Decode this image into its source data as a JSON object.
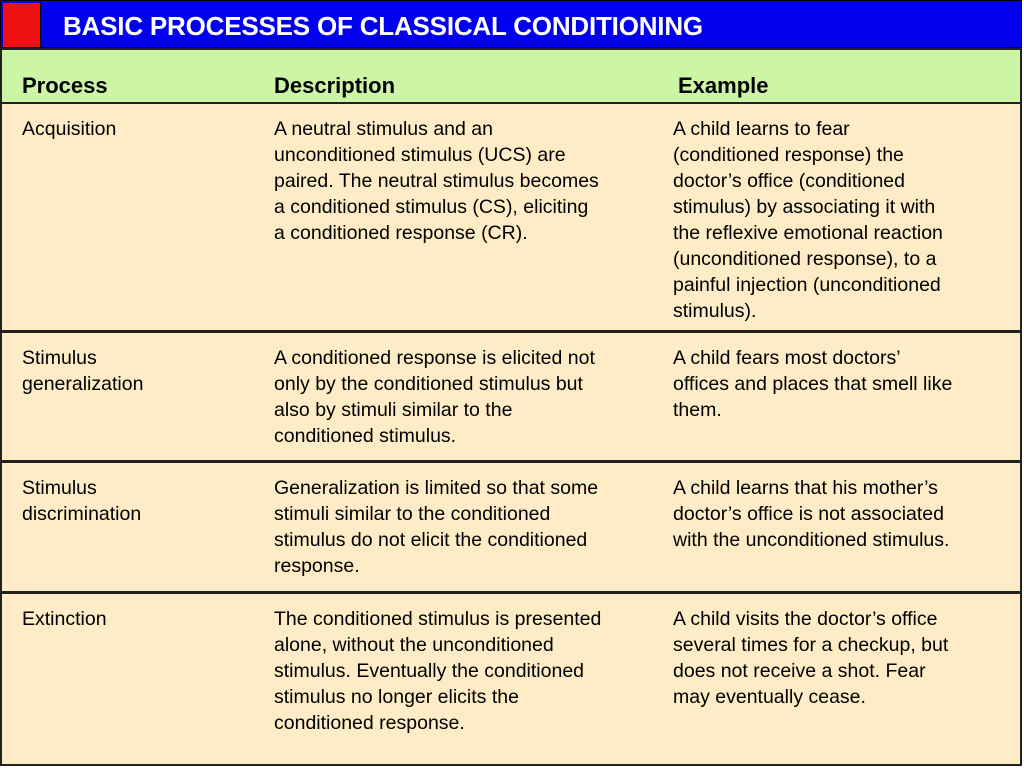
{
  "title": "BASIC PROCESSES OF CLASSICAL CONDITIONING",
  "colors": {
    "title_background": "#0000ee",
    "title_accent": "#ee1111",
    "header_background": "#ccf5a6",
    "row_background": "#fdecc6"
  },
  "table": {
    "headers": [
      "Process",
      "Description",
      "Example"
    ],
    "rows": [
      {
        "process": [
          "Acquisition"
        ],
        "description": [
          "A neutral stimulus and an",
          "unconditioned stimulus (UCS) are",
          "paired. The neutral stimulus becomes",
          "a conditioned stimulus (CS), eliciting",
          "a conditioned response (CR)."
        ],
        "example": [
          "A child learns to fear",
          "(conditioned response) the",
          "doctor’s office (conditioned",
          "stimulus) by associating it with",
          "the reflexive emotional reaction",
          "(unconditioned response), to a",
          "painful injection (unconditioned",
          "stimulus)."
        ]
      },
      {
        "process": [
          "Stimulus",
          "generalization"
        ],
        "description": [
          "A conditioned response is elicited not",
          "only by the conditioned stimulus but",
          "also by stimuli similar to the",
          "conditioned stimulus."
        ],
        "example": [
          "A child fears most doctors’",
          "offices and places that smell like",
          "them."
        ]
      },
      {
        "process": [
          "Stimulus",
          "discrimination"
        ],
        "description": [
          "Generalization is limited so that some",
          "stimuli similar to the conditioned",
          "stimulus do not elicit the conditioned",
          "response."
        ],
        "example": [
          "A child learns that his mother’s",
          "doctor’s office is not associated",
          "with the unconditioned stimulus."
        ]
      },
      {
        "process": [
          "Extinction"
        ],
        "description": [
          "The conditioned stimulus is presented",
          "alone, without the unconditioned",
          "stimulus. Eventually the conditioned",
          "stimulus no longer elicits the",
          "conditioned response."
        ],
        "example": [
          "A child visits the doctor’s office",
          "several times for a checkup, but",
          "does not receive a shot. Fear",
          "may eventually cease."
        ]
      }
    ]
  }
}
